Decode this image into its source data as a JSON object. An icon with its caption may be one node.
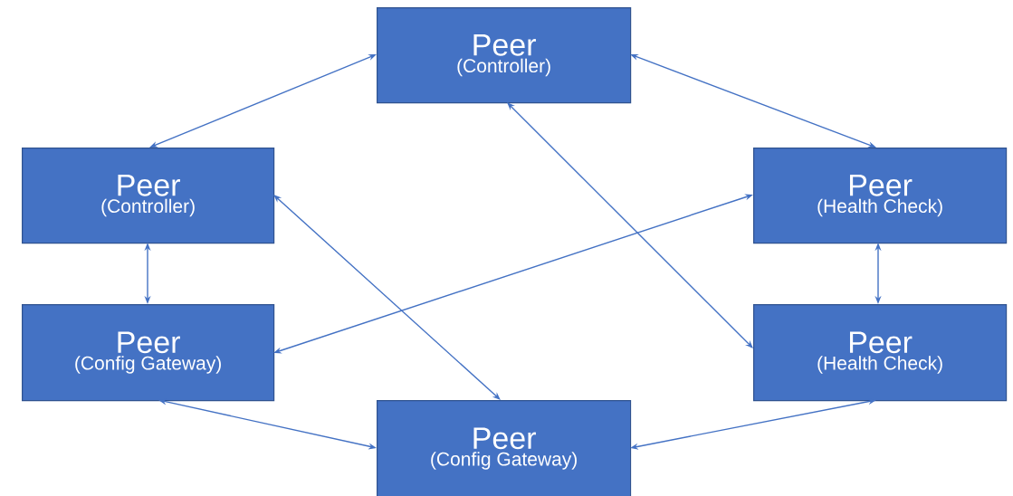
{
  "diagram": {
    "nodes": [
      {
        "text": [
          "Peer",
          "(Controller)"
        ]
      },
      {
        "text": [
          "Peer",
          "(Controller)"
        ]
      },
      {
        "text": [
          "Peer",
          "(Health Check)"
        ]
      },
      {
        "text": [
          "Peer",
          "(Config Gateway)"
        ]
      },
      {
        "text": [
          "Peer",
          "(Health Check)"
        ]
      },
      {
        "text": [
          "Peer",
          "(Config Gateway)"
        ]
      }
    ],
    "edges": [
      {
        "from": 0,
        "to": 1,
        "arrow": "both"
      },
      {
        "from": 0,
        "to": 2,
        "arrow": "both"
      },
      {
        "from": 0,
        "to": 4,
        "arrow": "both"
      },
      {
        "from": 1,
        "to": 3,
        "arrow": "both"
      },
      {
        "from": 1,
        "to": 5,
        "arrow": "both"
      },
      {
        "from": 2,
        "to": 3,
        "arrow": "both"
      },
      {
        "from": 2,
        "to": 4,
        "arrow": "both"
      },
      {
        "from": 3,
        "to": 5,
        "arrow": "both"
      },
      {
        "from": 4,
        "to": 5,
        "arrow": "both"
      }
    ]
  }
}
